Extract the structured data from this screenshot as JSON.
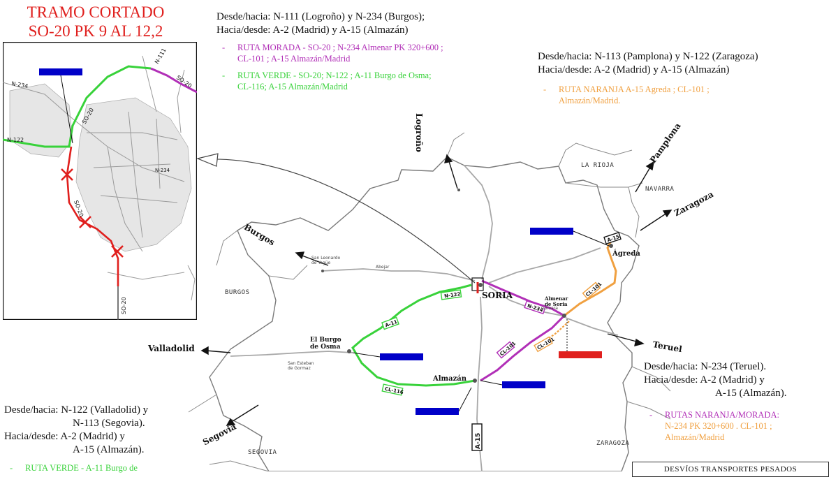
{
  "title": {
    "line1": "TRAMO CORTADO",
    "line2": "SO-20 PK 9 AL 12,2"
  },
  "blocks": {
    "north": {
      "line1": "Desde/hacia: N-111 (Logroño) y N-234 (Burgos);",
      "line2": "Hacia/desde: A-2 (Madrid) y A-15 (Almazán)",
      "route_purple_1": "RUTA MORADA - SO-20 ; N-234 Almenar PK 320+600 ;",
      "route_purple_2": "CL-101 ; A-15 Almazán/Madrid",
      "route_green_1": "RUTA VERDE - SO-20; N-122 ; A-11 Burgo de Osma;",
      "route_green_2": "CL-116; A-15 Almazán/Madrid"
    },
    "northeast": {
      "line1": "Desde/hacia: N-113 (Pamplona) y N-122 (Zaragoza)",
      "line2": "Hacia/desde: A-2 (Madrid) y A-15 (Almazán)",
      "route_orange_1": "RUTA NARANJA A-15 Agreda ; CL-101 ;",
      "route_orange_2": "Almazán/Madrid."
    },
    "southeast": {
      "line1": "Desde/hacia: N-234 (Teruel).",
      "line2": "Hacia/desde: A-2 (Madrid) y",
      "line3": "A-15 (Almazán).",
      "route_a": "RUTAS NARANJA/MORADA:",
      "route_b": "N-234 PK 320+600 . CL-101 ;",
      "route_c": "Almazán/Madrid"
    },
    "southwest": {
      "line1": "Desde/hacia: N-122 (Valladolid) y",
      "line2": "N-113 (Segovia).",
      "line3": "Hacia/desde: A-2 (Madrid) y",
      "line4": "A-15 (Almazán).",
      "route_green": "RUTA VERDE - A-11 Burgo de"
    },
    "legend_box": "DESVÍOS TRANSPORTES PESADOS"
  },
  "bullet": "-",
  "places": {
    "logrono": "Logroño",
    "pamplona": "Pamplona",
    "zaragoza_dir": "Zaragoza",
    "burgos_dir": "Burgos",
    "valladolid": "Valladolid",
    "segovia_dir": "Segovia",
    "teruel": "Teruel",
    "soria": "SORIA",
    "agreda": "Ágreda",
    "almazan": "Almazán",
    "burgo_osma_1": "El Burgo",
    "burgo_osma_2": "de Osma",
    "almenar_1": "Almenar",
    "almenar_2": "de Soria",
    "san_leonardo_1": "San Leonardo",
    "san_leonardo_2": "de Yagüe",
    "san_esteban_1": "San Esteban",
    "san_esteban_2": "de Gormaz",
    "abejar": "Abejar",
    "gomara": "Gómara"
  },
  "regions": {
    "la_rioja": "LA RIOJA",
    "navarra": "NAVARRA",
    "burgos": "BURGOS",
    "segovia": "SEGOVIA",
    "zaragoza": "ZARAGOZA"
  },
  "roads": {
    "n122": "N-122",
    "a11": "A-11",
    "cl116": "CL-116",
    "n234": "N-234",
    "cl101a": "CL-101",
    "cl101b": "CL-101",
    "cl101c": "CL-101",
    "a15": "A-15",
    "a15_agreda": "A-15"
  },
  "inset": {
    "n234": "N-234",
    "n122": "N-122",
    "so20_top": "SO-20",
    "so20_mid": "SO-20",
    "so20_bottom": "SO-20",
    "so20_ne": "SO-20",
    "n111": "N-111",
    "n234_center": "N-234"
  },
  "colors": {
    "green_route": "#38d23a",
    "purple_route": "#b12fb7",
    "orange_route": "#f0a040",
    "red_cut": "#e0201e",
    "blue_marker": "#0000c8"
  }
}
